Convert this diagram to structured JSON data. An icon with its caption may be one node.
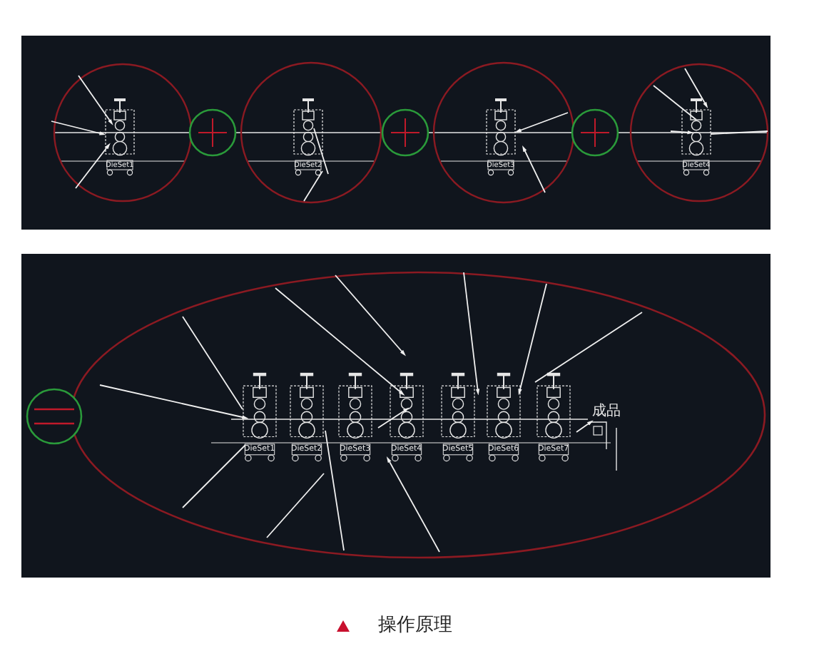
{
  "diagram": {
    "caption": "操作原理",
    "labels": [
      "DieSet1",
      "DieSet2",
      "DieSet3",
      "DieSet4",
      "DieSet1",
      "DieSet2",
      "DieSet3",
      "DieSet4",
      "DieSet5",
      "DieSet6",
      "DieSet7",
      "成品"
    ]
  }
}
